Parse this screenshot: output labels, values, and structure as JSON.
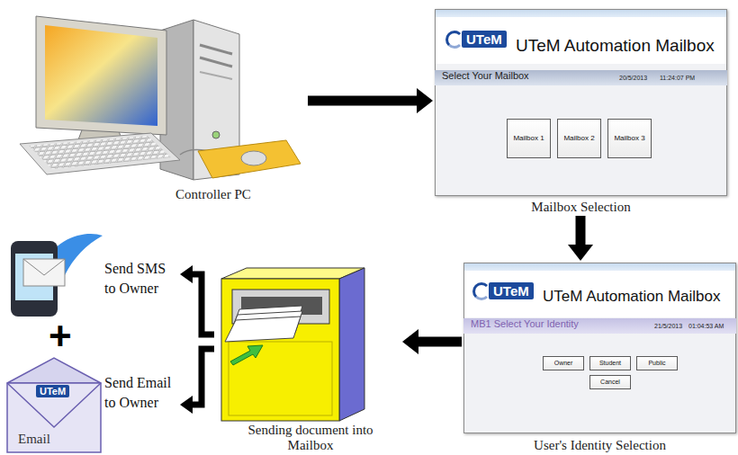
{
  "diagram": {
    "nodes": [
      {
        "text": [
          "Controller PC"
        ]
      },
      {
        "text": [
          "UTeM",
          "UTeM Automation Mailbox",
          "Select Your Mailbox",
          "20/5/2013",
          "11:24:07 PM",
          "Mailbox Selection"
        ]
      },
      {
        "text": [
          "Mailbox 1"
        ],
        "in": 1
      },
      {
        "text": [
          "Mailbox 2"
        ],
        "in": 1
      },
      {
        "text": [
          "Mailbox 3"
        ],
        "in": 1
      },
      {
        "text": [
          "UTeM",
          "UTeM Automation Mailbox",
          "MB1 Select Your Identity",
          "21/5/2013",
          "01:04:53 AM",
          "User's Identity Selection"
        ]
      },
      {
        "text": [
          "Owner"
        ],
        "in": 5
      },
      {
        "text": [
          "Student"
        ],
        "in": 5
      },
      {
        "text": [
          "Public"
        ],
        "in": 5
      },
      {
        "text": [
          "Cancel"
        ],
        "in": 5
      },
      {
        "text": [
          "Sending document into Mailbox"
        ]
      },
      {
        "text": [
          "Send SMS to Owner"
        ]
      },
      {
        "text": [
          "UTeM",
          "Email",
          "Send Email to Owner"
        ]
      }
    ],
    "edges": [
      {
        "from": 0,
        "to": 1,
        "arrow": "to"
      },
      {
        "from": 1,
        "to": 5,
        "arrow": "to"
      },
      {
        "from": 5,
        "to": 10,
        "arrow": "to"
      },
      {
        "from": 10,
        "to": 11,
        "arrow": "to"
      },
      {
        "from": 10,
        "to": 12,
        "arrow": "to"
      }
    ],
    "labels": [
      "+"
    ]
  }
}
